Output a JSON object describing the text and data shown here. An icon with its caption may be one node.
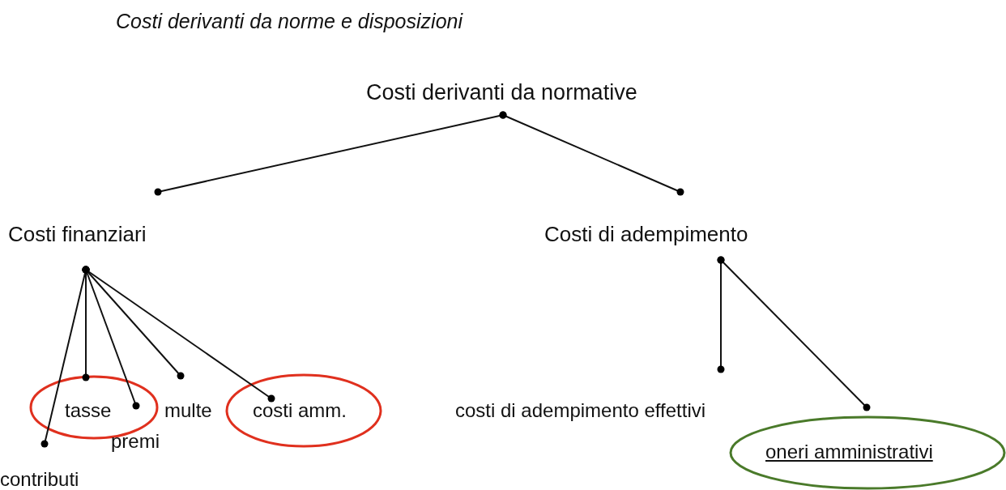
{
  "diagram": {
    "title": "Costi derivanti da norme e disposizioni",
    "nodes": [
      {
        "text": [
          "Costi derivanti da normative"
        ]
      },
      {
        "text": [
          "Costi finanziari"
        ]
      },
      {
        "text": [
          "Costi di adempimento"
        ]
      },
      {
        "text": [
          "tasse"
        ]
      },
      {
        "text": [
          "multe"
        ]
      },
      {
        "text": [
          "costi amm."
        ]
      },
      {
        "text": [
          "costi di adempimento effettivi"
        ]
      },
      {
        "text": [
          "premi"
        ]
      },
      {
        "text": [
          "oneri amministrativi"
        ]
      },
      {
        "text": [
          "contributi"
        ]
      }
    ],
    "edges": [
      {
        "from": 0,
        "to": 1,
        "arrow": "other"
      },
      {
        "from": 0,
        "to": 2,
        "arrow": "other"
      },
      {
        "from": 1,
        "to": 9,
        "arrow": "other"
      },
      {
        "from": 1,
        "to": 3,
        "arrow": "other"
      },
      {
        "from": 1,
        "to": 7,
        "arrow": "other"
      },
      {
        "from": 1,
        "to": 4,
        "arrow": "other"
      },
      {
        "from": 1,
        "to": 5,
        "arrow": "other"
      },
      {
        "from": 2,
        "to": 6,
        "arrow": "other"
      },
      {
        "from": 2,
        "to": 8,
        "arrow": "other"
      }
    ]
  }
}
